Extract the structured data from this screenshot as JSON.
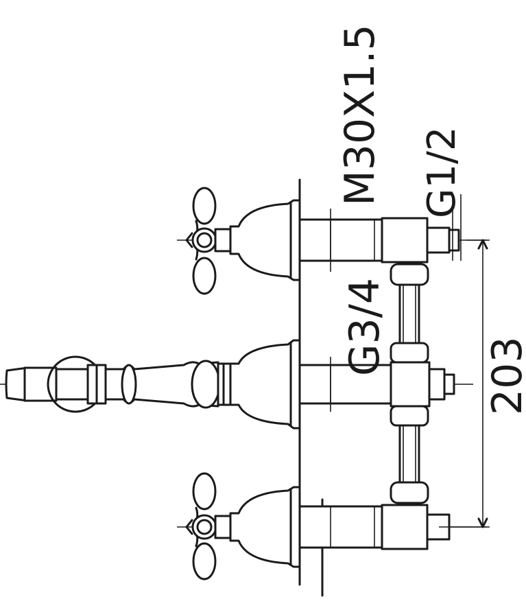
{
  "labels": {
    "thread_m": "M30X1.5",
    "thread_g12": "G1/2",
    "thread_g34": "G3/4",
    "spacing": "203"
  }
}
